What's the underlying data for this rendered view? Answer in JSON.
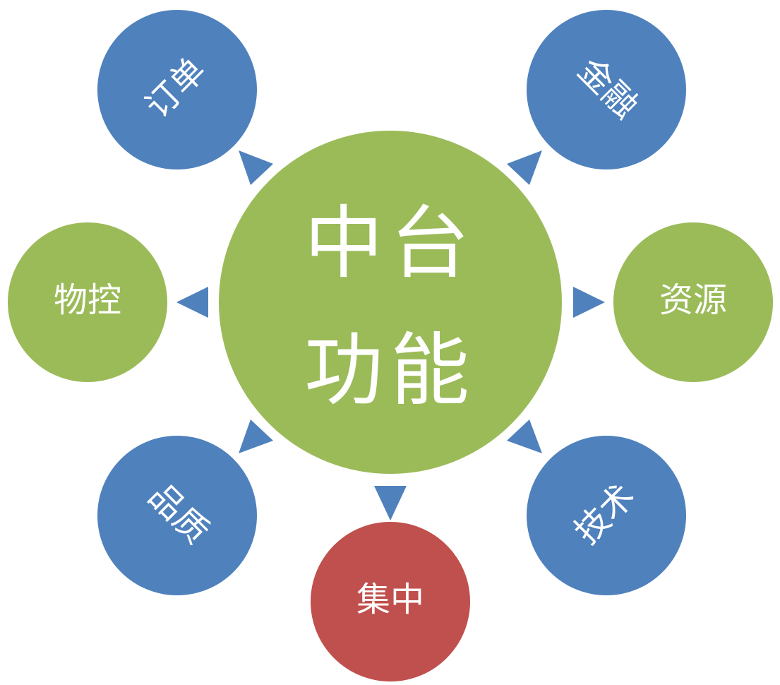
{
  "center": {
    "line1": "中台",
    "line2": "功能",
    "color": "#9bbb59",
    "text_color": "#ffffff"
  },
  "nodes": [
    {
      "id": "order",
      "label": "订单",
      "color": "#4f81bd",
      "text_color": "#ffffff"
    },
    {
      "id": "finance",
      "label": "金融",
      "color": "#4f81bd",
      "text_color": "#ffffff"
    },
    {
      "id": "material-control",
      "label": "物控",
      "color": "#9bbb59",
      "text_color": "#ffffff"
    },
    {
      "id": "resources",
      "label": "资源",
      "color": "#9bbb59",
      "text_color": "#ffffff"
    },
    {
      "id": "quality",
      "label": "品质",
      "color": "#4f81bd",
      "text_color": "#ffffff"
    },
    {
      "id": "centralization",
      "label": "集中",
      "color": "#c0504d",
      "text_color": "#ffffff"
    },
    {
      "id": "technology",
      "label": "技术",
      "color": "#4f81bd",
      "text_color": "#ffffff"
    }
  ],
  "arrow_color": "#4f81bd"
}
